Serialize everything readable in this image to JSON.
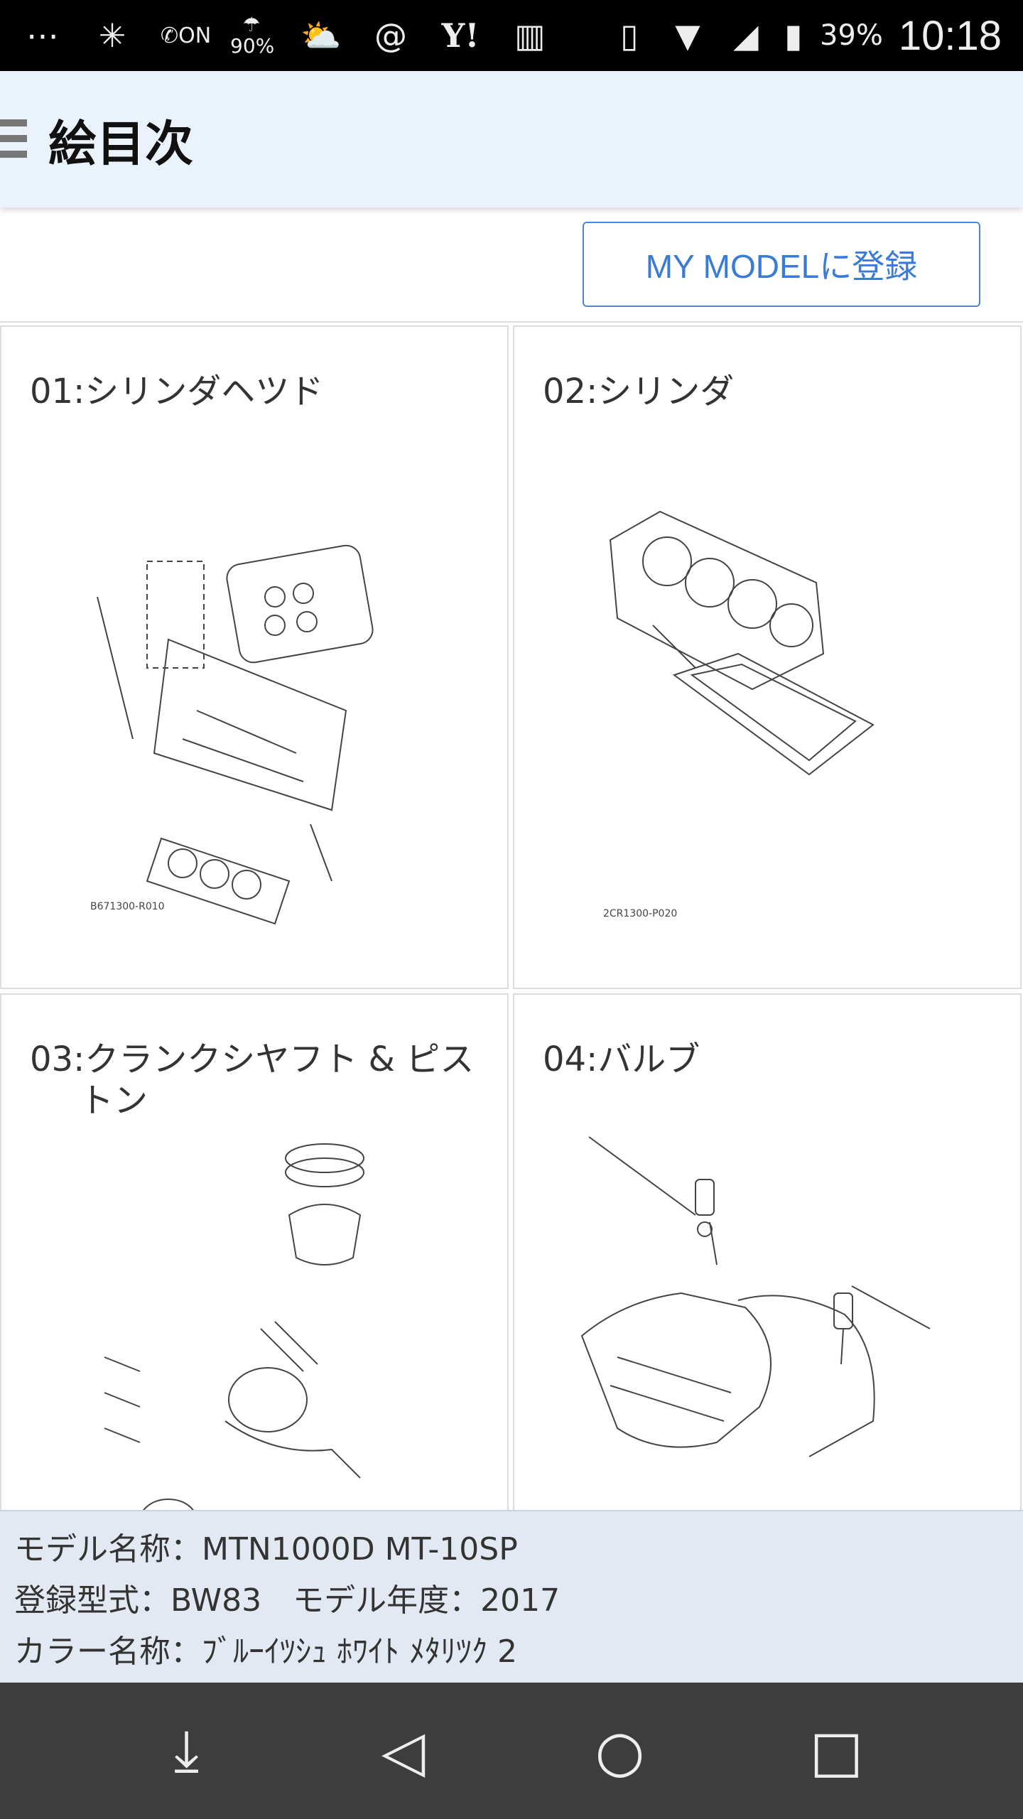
{
  "status_bar": {
    "icons": [
      "more-icon",
      "loading-icon",
      "call-on-icon",
      "weather-rain-icon",
      "weather-sun-cloud-icon",
      "at-app-icon",
      "yahoo-icon",
      "stock-chart-icon",
      "vibrate-icon",
      "wifi-icon",
      "signal-icon",
      "battery-icon"
    ],
    "on_label": "ON",
    "rain_percent": "90%",
    "yahoo": "Y!",
    "battery": "39%",
    "time": "10:18"
  },
  "header": {
    "title": "絵目次"
  },
  "my_model_button": "MY MODELに登録",
  "cards": [
    {
      "title": "01:シリンダヘツド",
      "code": "B671300-R010"
    },
    {
      "title": "02:シリンダ",
      "code": "2CR1300-P020"
    },
    {
      "title": "03:クランクシヤフト & ピストン"
    },
    {
      "title": "04:バルブ"
    }
  ],
  "info": {
    "model_name": "モデル名称：MTN1000D MT-10SP",
    "type_year": "登録型式：BW83　モデル年度：2017",
    "color_name": "カラー名称：ﾌﾞﾙｰｲﾂｼｭ ﾎﾜｲﾄ ﾒﾀﾘﾂｸ 2"
  },
  "nav_bar": {
    "icons": [
      "download-icon",
      "back-icon",
      "home-icon",
      "recents-icon"
    ]
  }
}
